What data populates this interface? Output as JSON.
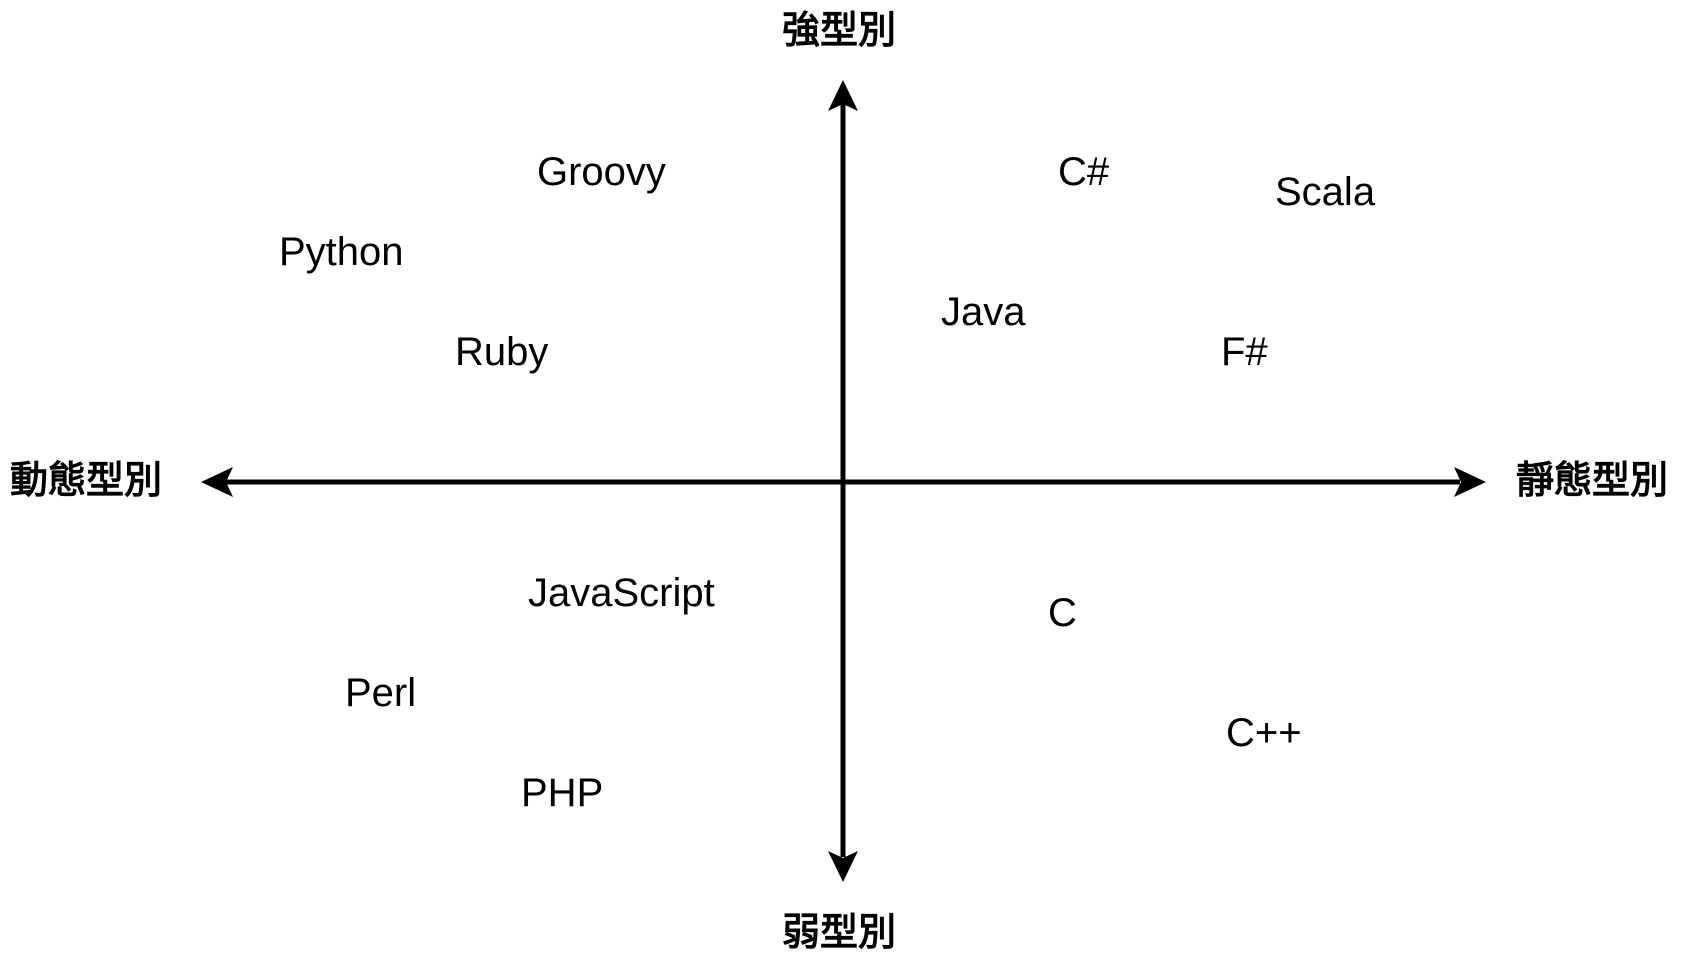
{
  "axes": {
    "top": "強型別",
    "bottom": "弱型別",
    "left": "動態型別",
    "right": "靜態型別"
  },
  "languages": {
    "groovy": "Groovy",
    "python": "Python",
    "ruby": "Ruby",
    "csharp": "C#",
    "scala": "Scala",
    "java": "Java",
    "fsharp": "F#",
    "javascript": "JavaScript",
    "perl": "Perl",
    "php": "PHP",
    "c": "C",
    "cpp": "C++"
  },
  "colors": {
    "axis": "#000000",
    "text": "#000000",
    "background": "#ffffff"
  }
}
